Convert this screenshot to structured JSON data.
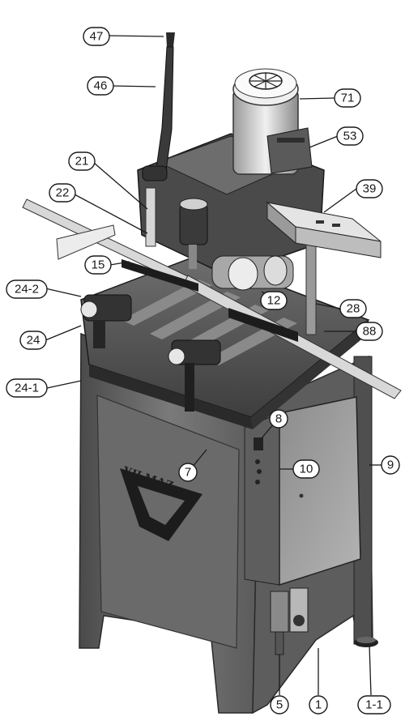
{
  "figure": {
    "logo_text": "YILMAZ",
    "callouts": [
      {
        "id": "c47",
        "label": "47"
      },
      {
        "id": "c46",
        "label": "46"
      },
      {
        "id": "c71",
        "label": "71"
      },
      {
        "id": "c53",
        "label": "53"
      },
      {
        "id": "c21",
        "label": "21"
      },
      {
        "id": "c22",
        "label": "22"
      },
      {
        "id": "c39",
        "label": "39"
      },
      {
        "id": "c15",
        "label": "15"
      },
      {
        "id": "c24-2",
        "label": "24-2"
      },
      {
        "id": "c12",
        "label": "12"
      },
      {
        "id": "c28",
        "label": "28"
      },
      {
        "id": "c24",
        "label": "24"
      },
      {
        "id": "c88",
        "label": "88"
      },
      {
        "id": "c24-1",
        "label": "24-1"
      },
      {
        "id": "c8",
        "label": "8"
      },
      {
        "id": "c7",
        "label": "7"
      },
      {
        "id": "c10",
        "label": "10"
      },
      {
        "id": "c9",
        "label": "9"
      },
      {
        "id": "c5",
        "label": "5"
      },
      {
        "id": "c1",
        "label": "1"
      },
      {
        "id": "c1-1",
        "label": "1-1"
      }
    ]
  }
}
